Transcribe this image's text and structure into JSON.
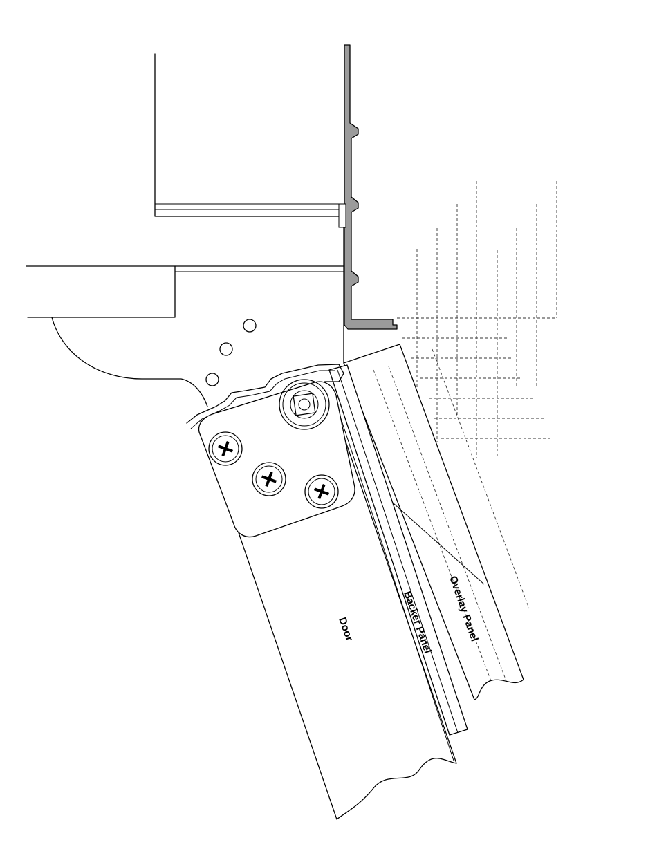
{
  "labels": {
    "door": "Door",
    "backer_panel": "Backer Panel",
    "overlay_panel": "Overlay Panel"
  },
  "colors": {
    "line": "#000000",
    "bracket_fill": "#9b9b9b",
    "background": "#ffffff"
  }
}
